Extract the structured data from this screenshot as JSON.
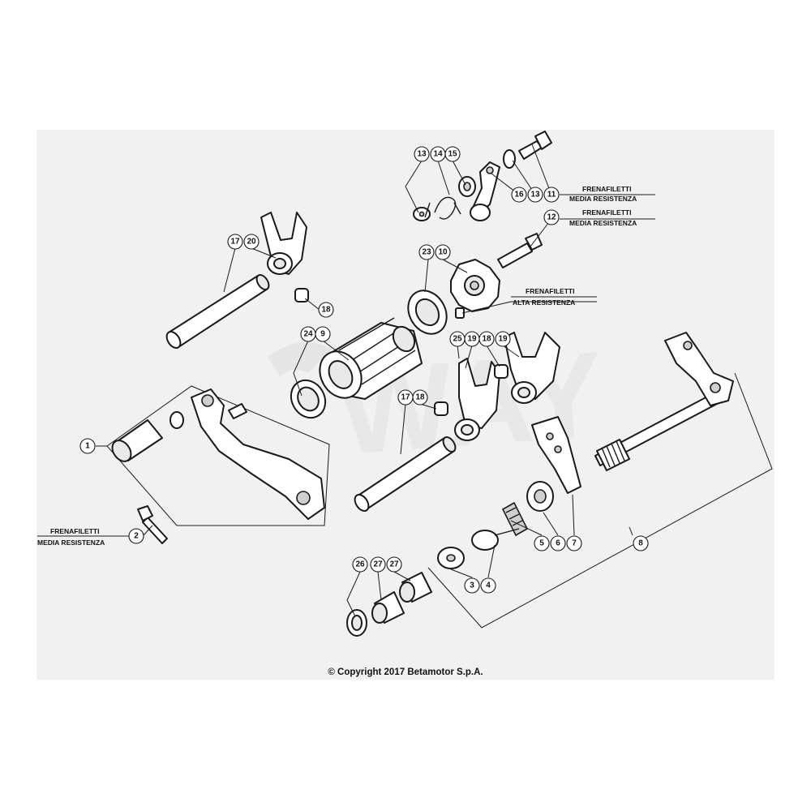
{
  "callouts": {
    "c1": "1",
    "c2": "2",
    "c3": "3",
    "c4": "4",
    "c5": "5",
    "c6": "6",
    "c7": "7",
    "c8": "8",
    "c9": "9",
    "c10": "10",
    "c11": "11",
    "c12": "12",
    "c13a": "13",
    "c13b": "13",
    "c14": "14",
    "c15": "15",
    "c16": "16",
    "c17a": "17",
    "c17b": "17",
    "c18a": "18",
    "c18b": "18",
    "c18c": "18",
    "c19a": "19",
    "c19b": "19",
    "c20": "20",
    "c23": "23",
    "c24": "24",
    "c25": "25",
    "c26": "26",
    "c27a": "27",
    "c27b": "27"
  },
  "notes": {
    "n11_line1": "FRENAFILETTI",
    "n11_line2": "MEDIA RESISTENZA",
    "n12_line1": "FRENAFILETTI",
    "n12_line2": "MEDIA RESISTENZA",
    "n25_line1": "FRENAFILETTI",
    "n25_line2": "ALTA RESISTENZA",
    "n2_line1": "FRENAFILETTI",
    "n2_line2": "MEDIA RESISTENZA"
  },
  "copyright": "© Copyright 2017 Betamotor S.p.A."
}
